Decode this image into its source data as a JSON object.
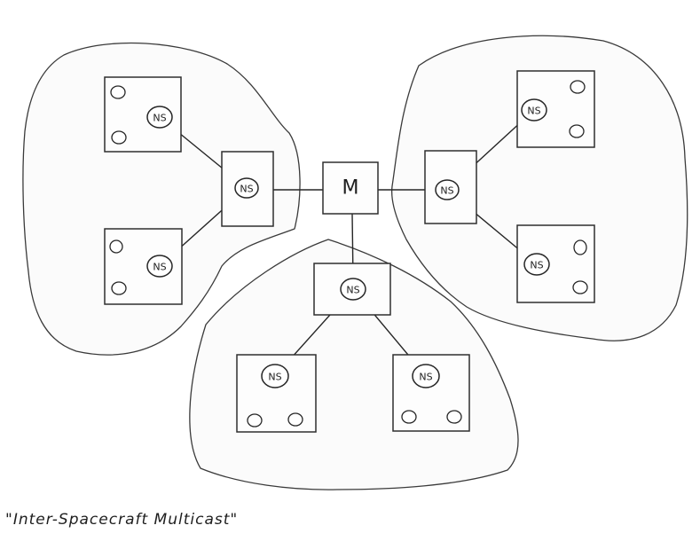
{
  "hub": {
    "label": "M"
  },
  "node_label": "NS",
  "caption": "\"Inter-Spacecraft Multicast\""
}
